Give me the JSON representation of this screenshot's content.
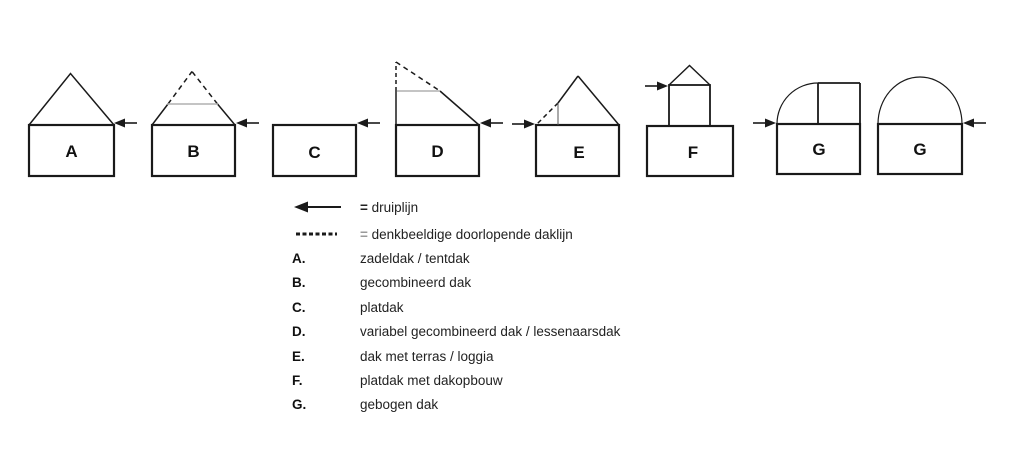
{
  "houses": [
    {
      "label": "A"
    },
    {
      "label": "B"
    },
    {
      "label": "C"
    },
    {
      "label": "D"
    },
    {
      "label": "E"
    },
    {
      "label": "F"
    },
    {
      "label": "G"
    },
    {
      "label": "G"
    }
  ],
  "legend": {
    "druiplijn": {
      "eq": "=",
      "label": "druiplijn"
    },
    "daklijn": {
      "eq": "=",
      "label": "denkbeeldige doorlopende daklijn"
    },
    "items": [
      {
        "key": "A.",
        "text": "zadeldak / tentdak"
      },
      {
        "key": "B.",
        "text": "gecombineerd dak"
      },
      {
        "key": "C.",
        "text": "platdak"
      },
      {
        "key": "D.",
        "text": "variabel gecombineerd dak / lessenaarsdak"
      },
      {
        "key": "E.",
        "text": "dak met terras / loggia"
      },
      {
        "key": "F.",
        "text": "platdak met dakopbouw"
      },
      {
        "key": "G.",
        "text": "gebogen dak"
      }
    ]
  },
  "colors": {
    "line": "#1a1a1a",
    "gray_line": "#b0b0b0",
    "text": "#222222"
  }
}
